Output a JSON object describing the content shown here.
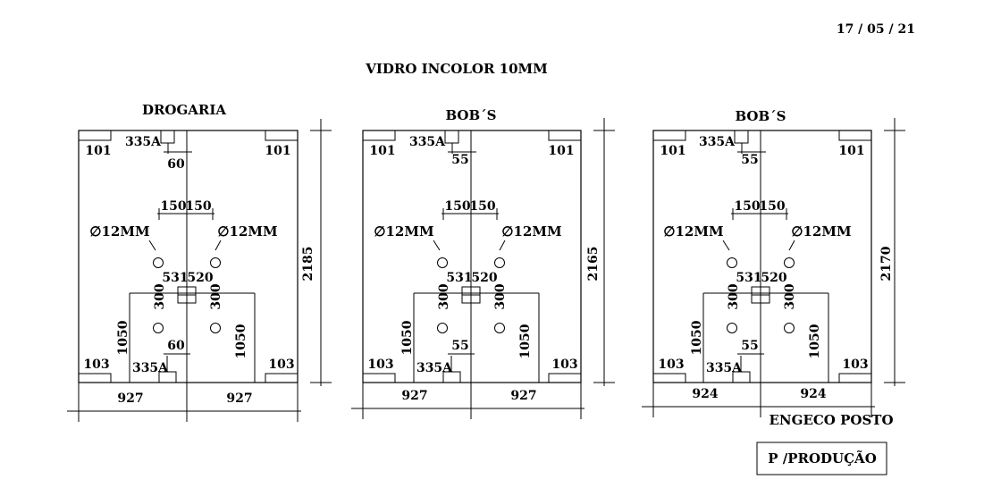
{
  "header": {
    "date": "17 / 05 / 21",
    "material": "VIDRO INCOLOR 10MM",
    "client": "ENGECO POSTO",
    "status": "P /PRODUÇÃO"
  },
  "panels": [
    {
      "title": "DROGARIA",
      "corner_tl": "101",
      "corner_tr": "101",
      "corner_bl": "103",
      "corner_br": "103",
      "lock_top": "335A",
      "lock_bottom": "335A",
      "lock_offset_top": "60",
      "lock_offset_bottom": "60",
      "hole_left": "150",
      "hole_right": "150",
      "hole_label_left": "∅12MM",
      "hole_label_right": "∅12MM",
      "center_left": "531",
      "center_right": "520",
      "hole_spacing_left": "300",
      "hole_spacing_right": "300",
      "hole_height_left": "1050",
      "hole_height_right": "1050",
      "height": "2185",
      "width_left": "927",
      "width_right": "927"
    },
    {
      "title": "BOB´S",
      "corner_tl": "101",
      "corner_tr": "101",
      "corner_bl": "103",
      "corner_br": "103",
      "lock_top": "335A",
      "lock_bottom": "335A",
      "lock_offset_top": "55",
      "lock_offset_bottom": "55",
      "hole_left": "150",
      "hole_right": "150",
      "hole_label_left": "∅12MM",
      "hole_label_right": "∅12MM",
      "center_left": "531",
      "center_right": "520",
      "hole_spacing_left": "300",
      "hole_spacing_right": "300",
      "hole_height_left": "1050",
      "hole_height_right": "1050",
      "height": "2165",
      "width_left": "927",
      "width_right": "927"
    },
    {
      "title": "BOB´S",
      "corner_tl": "101",
      "corner_tr": "101",
      "corner_bl": "103",
      "corner_br": "103",
      "lock_top": "335A",
      "lock_bottom": "335A",
      "lock_offset_top": "55",
      "lock_offset_bottom": "55",
      "hole_left": "150",
      "hole_right": "150",
      "hole_label_left": "∅12MM",
      "hole_label_right": "∅12MM",
      "center_left": "531",
      "center_right": "520",
      "hole_spacing_left": "300",
      "hole_spacing_right": "300",
      "hole_height_left": "1050",
      "hole_height_right": "1050",
      "height": "2170",
      "width_left": "924",
      "width_right": "924"
    }
  ]
}
